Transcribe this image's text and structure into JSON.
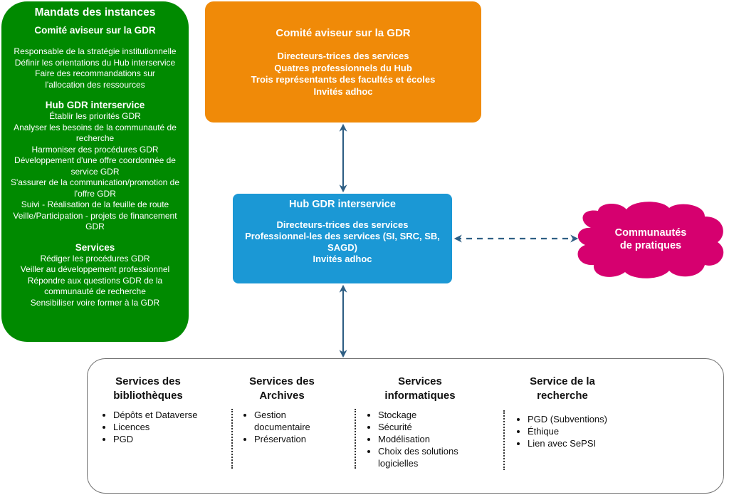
{
  "mandates": {
    "title": "Mandats des instances",
    "sections": [
      {
        "heading": "Comité aviseur sur la GDR",
        "lines": [
          "Responsable de la stratégie institutionnelle",
          "Définir les orientations du Hub interservice",
          "Faire des recommandations sur l'allocation des ressources"
        ]
      },
      {
        "heading": "Hub GDR interservice",
        "lines": [
          "Établir les priorités GDR",
          "Analyser les besoins de la communauté de recherche",
          "Harmoniser des procédures GDR",
          "Développement d'une offre coordonnée de service GDR",
          "S'assurer de la communication/promotion de l'offre GDR",
          "Suivi - Réalisation de la feuille de route",
          "Veille/Participation - projets de financement GDR"
        ]
      },
      {
        "heading": "Services",
        "lines": [
          "Rédiger les procédures GDR",
          "Veiller au développement professionnel",
          "Répondre aux questions GDR de la communauté de recherche",
          "Sensibiliser voire former à la GDR"
        ]
      }
    ]
  },
  "committee": {
    "title": "Comité aviseur sur la GDR",
    "members": [
      "Directeurs-trices des services",
      "Quatres professionnels du Hub",
      "Trois représentants des facultés et écoles",
      "Invités adhoc"
    ],
    "color": "#f08a08"
  },
  "hub": {
    "title": "Hub GDR interservice",
    "members": [
      "Directeurs-trices des services",
      "Professionnel-les des services (SI, SRC, SB, SAGD)",
      "Invités adhoc"
    ],
    "color": "#1b98d5"
  },
  "community": {
    "label": "Communautés de pratiques",
    "color": "#d6006f"
  },
  "services": [
    {
      "title": "Services des bibliothèques",
      "items": [
        "Dépôts et Dataverse",
        "Licences",
        "PGD"
      ]
    },
    {
      "title": "Services des Archives",
      "items": [
        "Gestion documentaire",
        "Préservation"
      ]
    },
    {
      "title": "Services informatiques",
      "items": [
        "Stockage",
        "Sécurité",
        "Modélisation",
        "Choix des solutions logicielles"
      ]
    },
    {
      "title": "Service de la recherche",
      "items": [
        "PGD (Subventions)",
        "Éthique",
        "Lien avec SePSI"
      ]
    }
  ],
  "connectors": {
    "color": "#2f5f84",
    "links": [
      {
        "from": "committee",
        "to": "hub",
        "style": "solid",
        "direction": "both"
      },
      {
        "from": "hub",
        "to": "services",
        "style": "solid",
        "direction": "both"
      },
      {
        "from": "hub",
        "to": "community",
        "style": "dashed",
        "direction": "both"
      }
    ]
  }
}
